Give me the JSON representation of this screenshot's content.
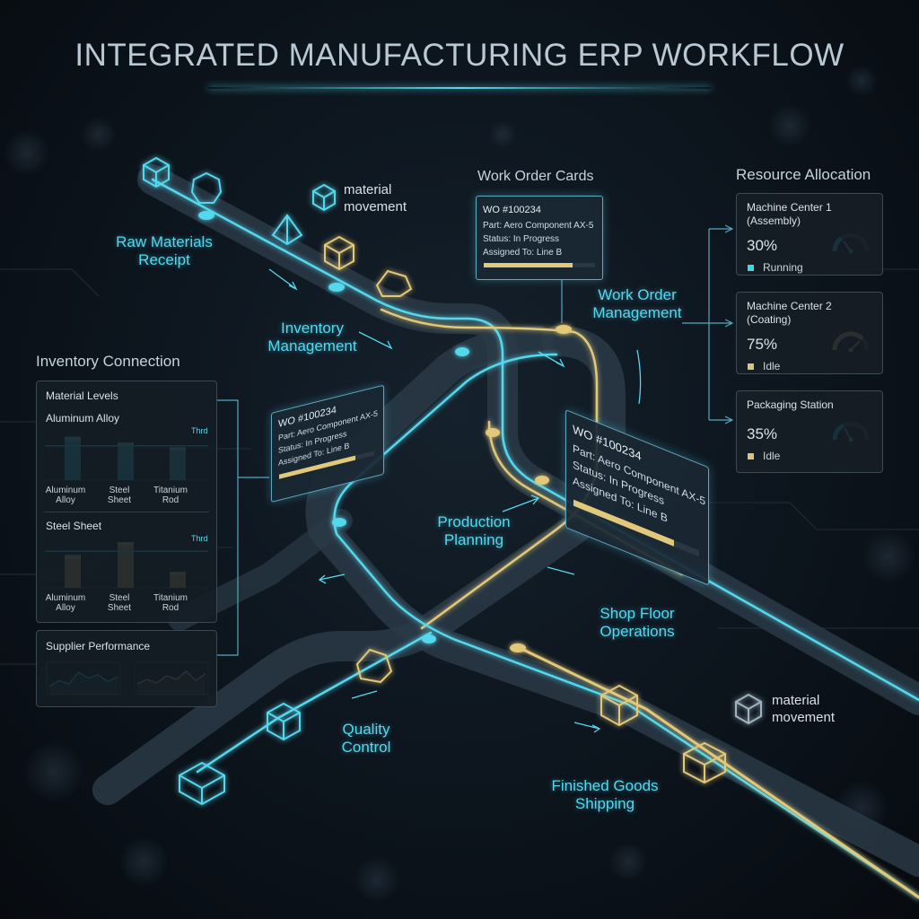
{
  "title": "INTEGRATED MANUFACTURING ERP WORKFLOW",
  "stages": {
    "raw_materials": "Raw Materials\nReceipt",
    "inventory_management": "Inventory\nManagement",
    "work_order_management": "Work Order\nManagement",
    "production_planning": "Production\nPlanning",
    "shop_floor": "Shop Floor\nOperations",
    "quality_control": "Quality\nControl",
    "shipping": "Finished Goods\nShipping"
  },
  "material_movement_top": "material\nmovement",
  "material_movement_bottom": "material\nmovement",
  "work_order_cards_title": "Work Order Cards",
  "work_order_card": {
    "id": "WO #100234",
    "part": "Part: Aero Component AX-5",
    "status": "Status: In Progress",
    "assigned": "Assigned To: Line B",
    "progress": 0.8
  },
  "tilted_cards": [
    {
      "id": "WO #100234",
      "part": "Part: Aero Component AX-5",
      "status": "Status: In Progress",
      "assigned": "Assigned To: Line B",
      "progress": 0.8
    },
    {
      "id": "WO #100234",
      "part": "Part: Aero Component AX-5",
      "status": "Status: In Progress",
      "assigned": "Assigned To: Line B",
      "progress": 0.8
    }
  ],
  "inventory": {
    "section_title": "Inventory Connection",
    "panel_title": "Material Levels",
    "chart_data": [
      {
        "type": "bar",
        "title": "Aluminum Alloy",
        "categories": [
          "Aluminum Alloy",
          "Steel Sheet",
          "Titanium Rod"
        ],
        "values": [
          0.95,
          0.82,
          0.72
        ],
        "threshold": 0.75,
        "threshold_label": "Thrd",
        "color": "#3fd6e8"
      },
      {
        "type": "bar",
        "title": "Steel Sheet",
        "categories": [
          "Aluminum Alloy",
          "Steel Sheet",
          "Titanium Rod"
        ],
        "values": [
          0.72,
          1.0,
          0.35
        ],
        "threshold": 0.8,
        "threshold_label": "Thrd",
        "color": "#d9c47e"
      }
    ],
    "category_labels": [
      "Aluminum\nAlloy",
      "Steel Sheet",
      "Titanium\nRod"
    ],
    "supplier_title": "Supplier Performance",
    "supplier_charts": [
      {
        "type": "area",
        "values": [
          0.2,
          0.45,
          0.3,
          0.8,
          0.55,
          0.7,
          0.4,
          0.6
        ],
        "color": "#3fd6e8"
      },
      {
        "type": "area",
        "values": [
          0.3,
          0.5,
          0.35,
          0.65,
          0.5,
          0.85,
          0.45,
          0.75
        ],
        "color": "#d9c47e"
      }
    ]
  },
  "resources": {
    "title": "Resource Allocation",
    "items": [
      {
        "name": "Machine Center 1\n(Assembly)",
        "pct": "30%",
        "status": "Running",
        "color": "#3fd6e8",
        "level": 0.3
      },
      {
        "name": "Machine Center 2\n(Coating)",
        "pct": "75%",
        "status": "Idle",
        "color": "#d9c47e",
        "level": 0.75
      },
      {
        "name": "Packaging Station",
        "pct": "35%",
        "status": "Idle",
        "color": "#3fd6e8",
        "level": 0.35
      }
    ]
  }
}
